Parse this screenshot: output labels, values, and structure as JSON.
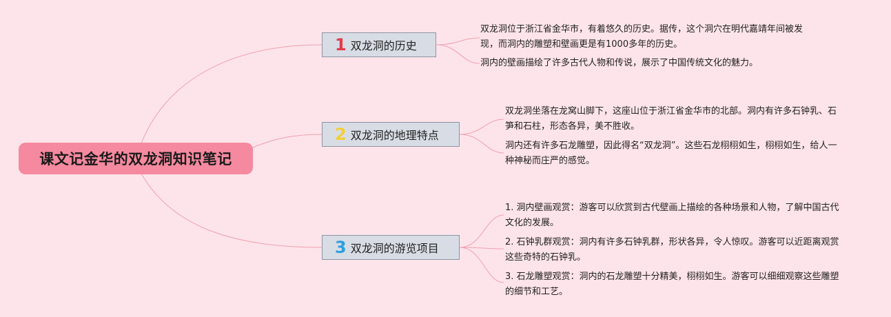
{
  "root": {
    "label": "课文记金华的双龙洞知识笔记"
  },
  "branches": [
    {
      "number": "1",
      "number_color": "#e23b4b",
      "label": "双龙洞的历史",
      "leaves": [
        "双龙洞位于浙江省金华市，有着悠久的历史。据传，这个洞穴在明代嘉靖年间被发现，而洞内的雕塑和壁画更是有1000多年的历史。",
        "洞内的壁画描绘了许多古代人物和传说，展示了中国传统文化的魅力。"
      ]
    },
    {
      "number": "2",
      "number_color": "#f2cf3a",
      "label": "双龙洞的地理特点",
      "leaves": [
        "双龙洞坐落在龙窝山脚下，这座山位于浙江省金华市的北部。洞内有许多石钟乳、石笋和石柱，形态各异，美不胜收。",
        "洞内还有许多石龙雕塑，因此得名“双龙洞”。这些石龙栩栩如生，栩栩如生，给人一种神秘而庄严的感觉。"
      ]
    },
    {
      "number": "3",
      "number_color": "#2b9fe0",
      "label": "双龙洞的游览项目",
      "leaves": [
        "1. 洞内壁画观赏：游客可以欣赏到古代壁画上描绘的各种场景和人物，了解中国古代文化的发展。",
        "2. 石钟乳群观赏：洞内有许多石钟乳群，形状各异，令人惊叹。游客可以近距离观赏这些奇特的石钟乳。",
        "3. 石龙雕塑观赏：洞内的石龙雕塑十分精美，栩栩如生。游客可以细细观察这些雕塑的细节和工艺。"
      ]
    }
  ],
  "colors": {
    "background": "#fde4ea",
    "root_fill": "#f5899f",
    "branch_fill": "#d8dde5",
    "connector": "#ef9fb0"
  }
}
